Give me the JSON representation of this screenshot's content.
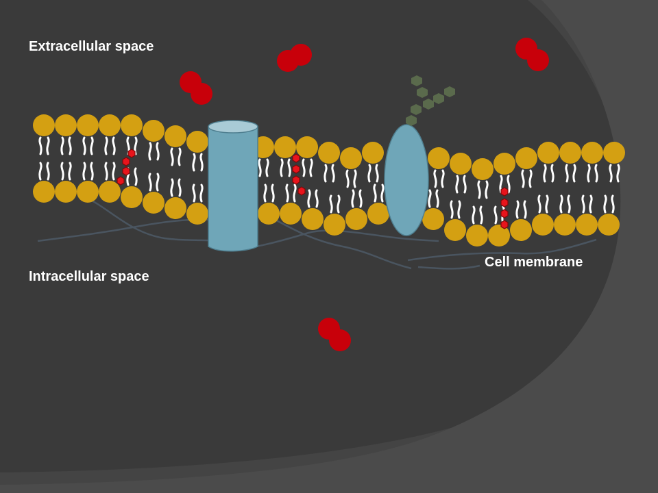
{
  "labels": {
    "extracellular": "Extracellular space",
    "intracellular": "Intracellular space",
    "membrane": "Cell membrane"
  },
  "colors": {
    "background": "#3a3a3a",
    "background_swoosh": "#444444",
    "phospholipid_head": "#d4a012",
    "phospholipid_tail": "#ffffff",
    "cholesterol": "#e8141c",
    "channel_protein": "#6fa6b8",
    "carrier_protein": "#6fa6b8",
    "glycan": "#5a6a4c",
    "molecule": "#c8000a"
  },
  "icons": {
    "channel": "channel-protein-icon",
    "carrier": "carrier-protein-icon",
    "glycan": "glycan-chain-icon",
    "cholesterol": "cholesterol-icon",
    "molecule": "molecule-icon"
  }
}
